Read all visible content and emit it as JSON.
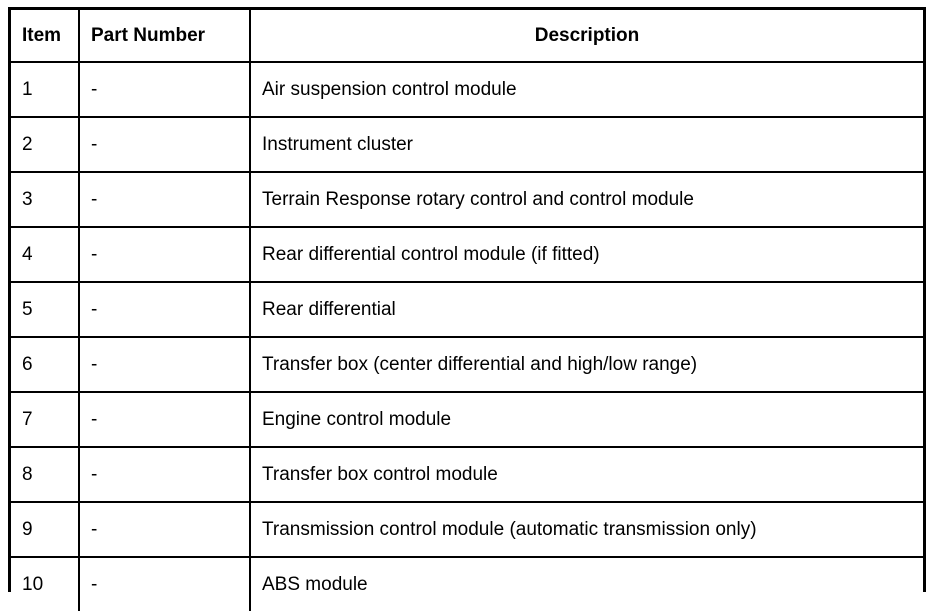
{
  "table": {
    "columns": [
      {
        "key": "item",
        "label": "Item",
        "align": "left"
      },
      {
        "key": "part_number",
        "label": "Part Number",
        "align": "left"
      },
      {
        "key": "description",
        "label": "Description",
        "align": "center"
      }
    ],
    "rows": [
      {
        "item": "1",
        "part_number": "-",
        "description": "Air suspension control module"
      },
      {
        "item": "2",
        "part_number": "-",
        "description": "Instrument cluster"
      },
      {
        "item": "3",
        "part_number": "-",
        "description": "Terrain Response rotary control and control module"
      },
      {
        "item": "4",
        "part_number": "-",
        "description": "Rear differential control module (if fitted)"
      },
      {
        "item": "5",
        "part_number": "-",
        "description": "Rear differential"
      },
      {
        "item": "6",
        "part_number": "-",
        "description": "Transfer box (center differential and high/low range)"
      },
      {
        "item": "7",
        "part_number": "-",
        "description": "Engine control module"
      },
      {
        "item": "8",
        "part_number": "-",
        "description": "Transfer box control module"
      },
      {
        "item": "9",
        "part_number": "-",
        "description": "Transmission control module (automatic transmission only)"
      },
      {
        "item": "10",
        "part_number": "-",
        "description": "ABS module"
      }
    ]
  },
  "colors": {
    "border": "#000000",
    "background": "#ffffff",
    "text": "#000000"
  }
}
